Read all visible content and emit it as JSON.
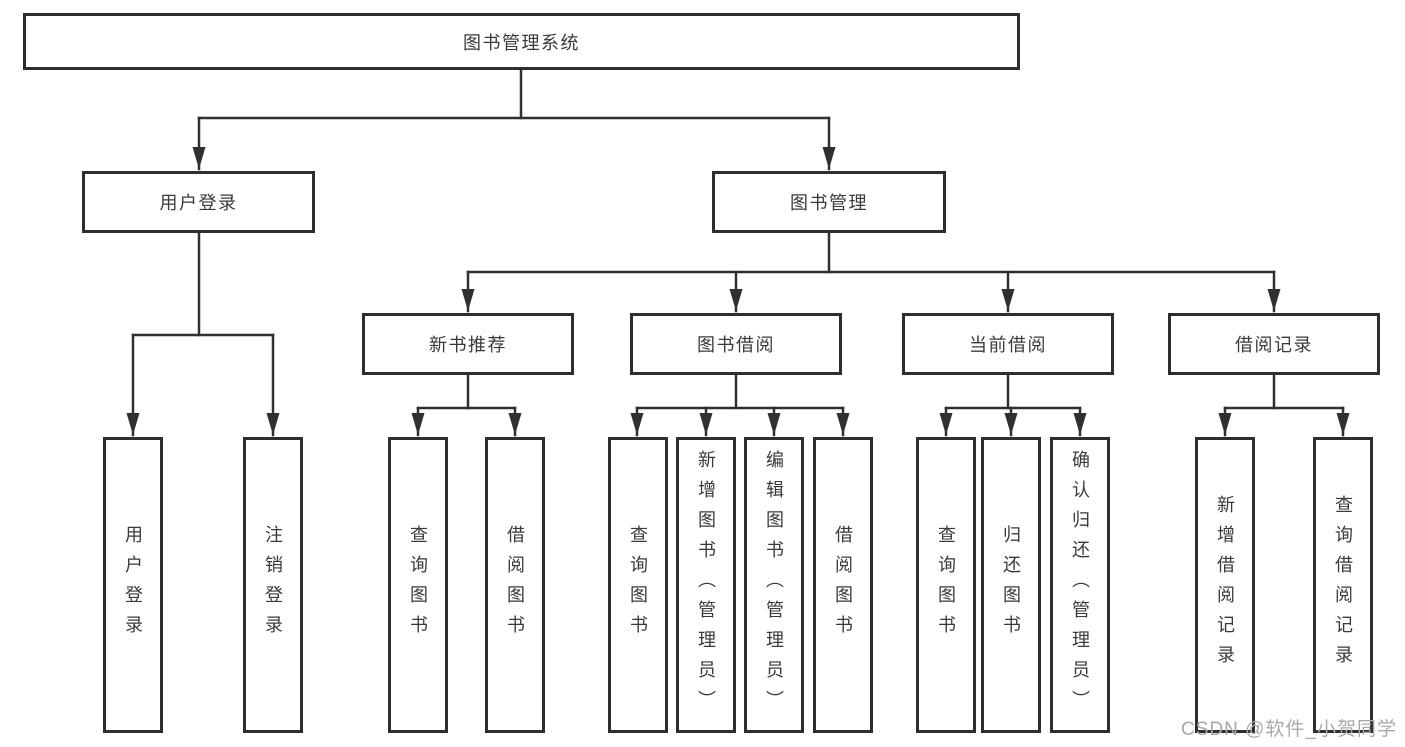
{
  "diagram": {
    "type": "hierarchy-tree",
    "tree": {
      "label": "图书管理系统",
      "children": [
        {
          "label": "用户登录",
          "children": [
            {
              "label": "用户登录"
            },
            {
              "label": "注销登录"
            }
          ]
        },
        {
          "label": "图书管理",
          "children": [
            {
              "label": "新书推荐",
              "children": [
                {
                  "label": "查询图书"
                },
                {
                  "label": "借阅图书"
                }
              ]
            },
            {
              "label": "图书借阅",
              "children": [
                {
                  "label": "查询图书"
                },
                {
                  "label": "新增图书（管理员）"
                },
                {
                  "label": "编辑图书（管理员）"
                },
                {
                  "label": "借阅图书"
                }
              ]
            },
            {
              "label": "当前借阅",
              "children": [
                {
                  "label": "查询图书"
                },
                {
                  "label": "归还图书"
                },
                {
                  "label": "确认归还（管理员）"
                }
              ]
            },
            {
              "label": "借阅记录",
              "children": [
                {
                  "label": "新增借阅记录"
                },
                {
                  "label": "查询借阅记录"
                }
              ]
            }
          ]
        }
      ]
    },
    "watermark": "CSDN @软件_小贺同学",
    "colors": {
      "line": "#303030",
      "box_border": "#2e2e2e",
      "text": "#3a3a3a",
      "watermark": "#a9a9a9",
      "background": "#ffffff"
    }
  }
}
